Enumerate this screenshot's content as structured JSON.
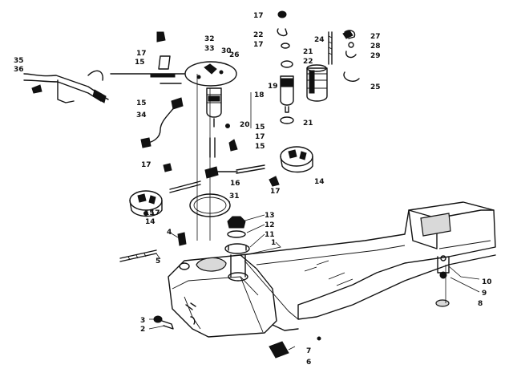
{
  "callouts": [
    {
      "id": "c1",
      "text": "1"
    },
    {
      "id": "c2",
      "text": "2"
    },
    {
      "id": "c3",
      "text": "3"
    },
    {
      "id": "c4",
      "text": "4"
    },
    {
      "id": "c5",
      "text": "5"
    },
    {
      "id": "c6",
      "text": "6"
    },
    {
      "id": "c7",
      "text": "7"
    },
    {
      "id": "c8",
      "text": "8"
    },
    {
      "id": "c9",
      "text": "9"
    },
    {
      "id": "c10",
      "text": "10"
    },
    {
      "id": "c11",
      "text": "11"
    },
    {
      "id": "c12",
      "text": "12"
    },
    {
      "id": "c13",
      "text": "13"
    },
    {
      "id": "c14a",
      "text": "14"
    },
    {
      "id": "c14b",
      "text": "14"
    },
    {
      "id": "c15a",
      "text": "15"
    },
    {
      "id": "c15b",
      "text": "15"
    },
    {
      "id": "c15c",
      "text": "15"
    },
    {
      "id": "c15d",
      "text": "15"
    },
    {
      "id": "c15e",
      "text": "15"
    },
    {
      "id": "c16",
      "text": "16"
    },
    {
      "id": "c17a",
      "text": "17"
    },
    {
      "id": "c17b",
      "text": "17"
    },
    {
      "id": "c17c",
      "text": "17"
    },
    {
      "id": "c17d",
      "text": "17"
    },
    {
      "id": "c17e",
      "text": "17"
    },
    {
      "id": "c17f",
      "text": "17"
    },
    {
      "id": "c17g",
      "text": "17"
    },
    {
      "id": "c18",
      "text": "18"
    },
    {
      "id": "c19",
      "text": "19"
    },
    {
      "id": "c20",
      "text": "20"
    },
    {
      "id": "c21a",
      "text": "21"
    },
    {
      "id": "c21b",
      "text": "21"
    },
    {
      "id": "c22a",
      "text": "22"
    },
    {
      "id": "c22b",
      "text": "22"
    },
    {
      "id": "c24",
      "text": "24"
    },
    {
      "id": "c25",
      "text": "25"
    },
    {
      "id": "c26",
      "text": "26"
    },
    {
      "id": "c27",
      "text": "27"
    },
    {
      "id": "c28",
      "text": "28"
    },
    {
      "id": "c29",
      "text": "29"
    },
    {
      "id": "c30",
      "text": "30"
    },
    {
      "id": "c31",
      "text": "31"
    },
    {
      "id": "c32",
      "text": "32"
    },
    {
      "id": "c33",
      "text": "33"
    },
    {
      "id": "c34",
      "text": "34"
    },
    {
      "id": "c35",
      "text": "35"
    },
    {
      "id": "c36",
      "text": "36"
    }
  ]
}
